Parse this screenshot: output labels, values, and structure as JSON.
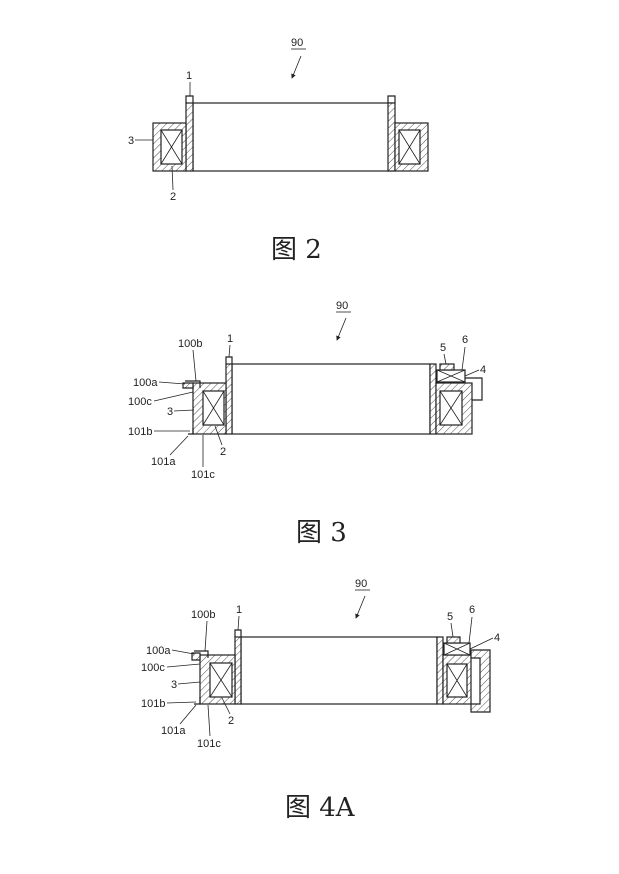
{
  "figures": [
    {
      "caption": "图 2",
      "labels": {
        "assembly": "90",
        "p1": "1",
        "p2": "2",
        "p3": "3"
      }
    },
    {
      "caption": "图 3",
      "labels": {
        "assembly": "90",
        "p1": "1",
        "p2": "2",
        "p3": "3",
        "p4": "4",
        "p5": "5",
        "p6": "6",
        "p100a": "100a",
        "p100b": "100b",
        "p100c": "100c",
        "p101a": "101a",
        "p101b": "101b",
        "p101c": "101c"
      }
    },
    {
      "caption": "图 4A",
      "labels": {
        "assembly": "90",
        "p1": "1",
        "p2": "2",
        "p3": "3",
        "p4": "4",
        "p5": "5",
        "p6": "6",
        "p100a": "100a",
        "p100b": "100b",
        "p100c": "100c",
        "p101a": "101a",
        "p101b": "101b",
        "p101c": "101c"
      }
    }
  ]
}
